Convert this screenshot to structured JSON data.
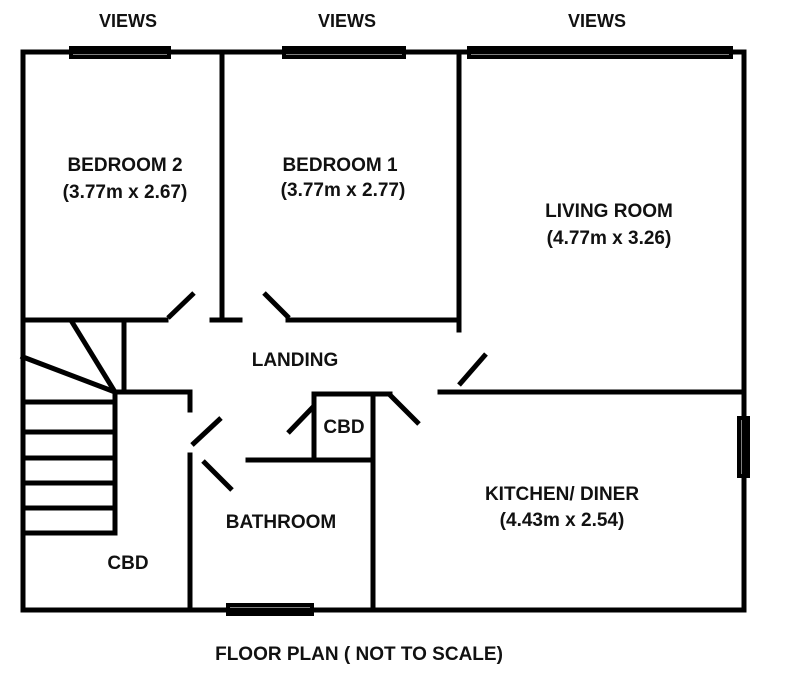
{
  "plan": {
    "caption": "FLOOR PLAN ( NOT TO SCALE)",
    "views": [
      "VIEWS",
      "VIEWS",
      "VIEWS"
    ],
    "rooms": {
      "bedroom2": {
        "name": "BEDROOM 2",
        "size": "(3.77m x 2.67)"
      },
      "bedroom1": {
        "name": "BEDROOM 1",
        "size": "(3.77m x 2.77)"
      },
      "living": {
        "name": "LIVING ROOM",
        "size": "(4.77m x 3.26)"
      },
      "landing": {
        "name": "LANDING"
      },
      "cbd_small": {
        "name": "CBD"
      },
      "bathroom": {
        "name": "BATHROOM"
      },
      "kitchen": {
        "name": "KITCHEN/ DINER",
        "size": "(4.43m x 2.54)"
      },
      "cbd_stairs": {
        "name": "CBD"
      }
    }
  },
  "colors": {
    "wall": "#000000",
    "window_fill": "#1a8fd1",
    "window_stroke": "#000000",
    "text": "#111111"
  }
}
